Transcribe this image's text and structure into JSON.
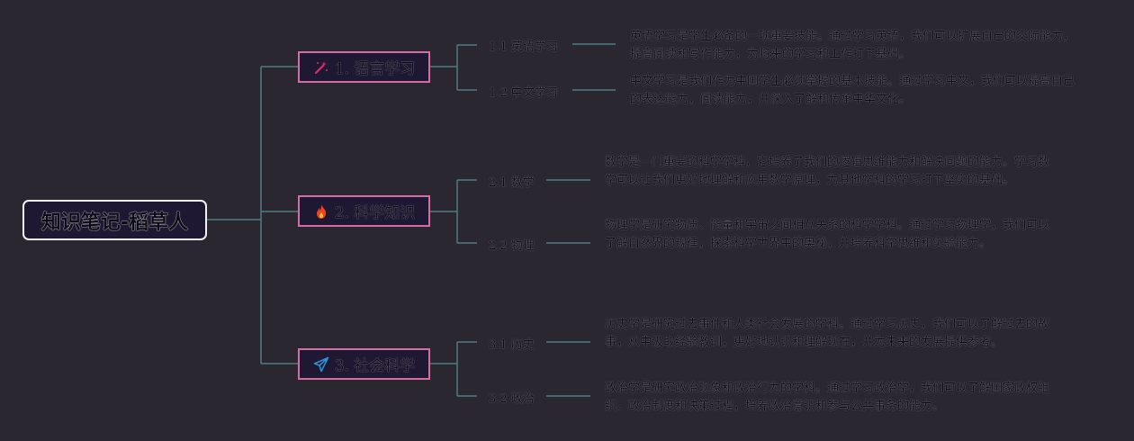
{
  "root": {
    "label": "知识笔记-稻草人"
  },
  "branches": [
    {
      "label": "1. 语言学习",
      "icon": "wand-icon",
      "icon_color": "#e0306a",
      "children": [
        {
          "label": "1.1 英语学习",
          "desc": "英语学习是学生必备的一项重要技能。通过学习英语，我们可以扩展自己的交际能力，提高阅读和写作能力，为将来的学习和工作打下基础。"
        },
        {
          "label": "1.2 中文学习",
          "desc": "中文学习是我们作为中国学生必须掌握的基本技能。通过学习中文，我们可以提高自己的表达能力，阅读能力，并深入了解和传承中华文化。"
        }
      ]
    },
    {
      "label": "2. 科学知识",
      "icon": "fire-icon",
      "icon_color": "#f0431f",
      "children": [
        {
          "label": "2.1 数学",
          "desc": "数学是一门重要的科学学科，它培养了我们的逻辑思维能力和解决问题的能力。学习数学可以让我们更好地理解和应用数学原理，为其他学科的学习打下坚实的基础。"
        },
        {
          "label": "2.2 物理",
          "desc": "物理学是研究物质、能量和宇宙之间相互关系的科学学科。通过学习物理学，我们可以了解自然界的规律，探索科学世界中的奥秘，并培养科学思维和实验能力。"
        }
      ]
    },
    {
      "label": "3. 社会科学",
      "icon": "paper-plane-icon",
      "icon_color": "#2f8fd8",
      "children": [
        {
          "label": "3.1 历史",
          "desc": "历史学是研究过去事件和人类社会发展的学科。通过学习历史，我们可以了解过去的故事，从中汲取经验教训，更好地认识和理解现在，并为未来的发展提供参考。"
        },
        {
          "label": "3.2 政治",
          "desc": "政治学是研究政治现象和政治行为的学科。通过学习政治学，我们可以了解国家政权组织、政治制度和决策过程，培养政治意识和参与公共事务的能力。"
        }
      ]
    }
  ],
  "colors": {
    "background": "#2b2730",
    "connector": "#4e7c7e",
    "branch_border": "#d56ea5",
    "root_border": "#f2f2f2",
    "node_fill": "#1f1833"
  }
}
